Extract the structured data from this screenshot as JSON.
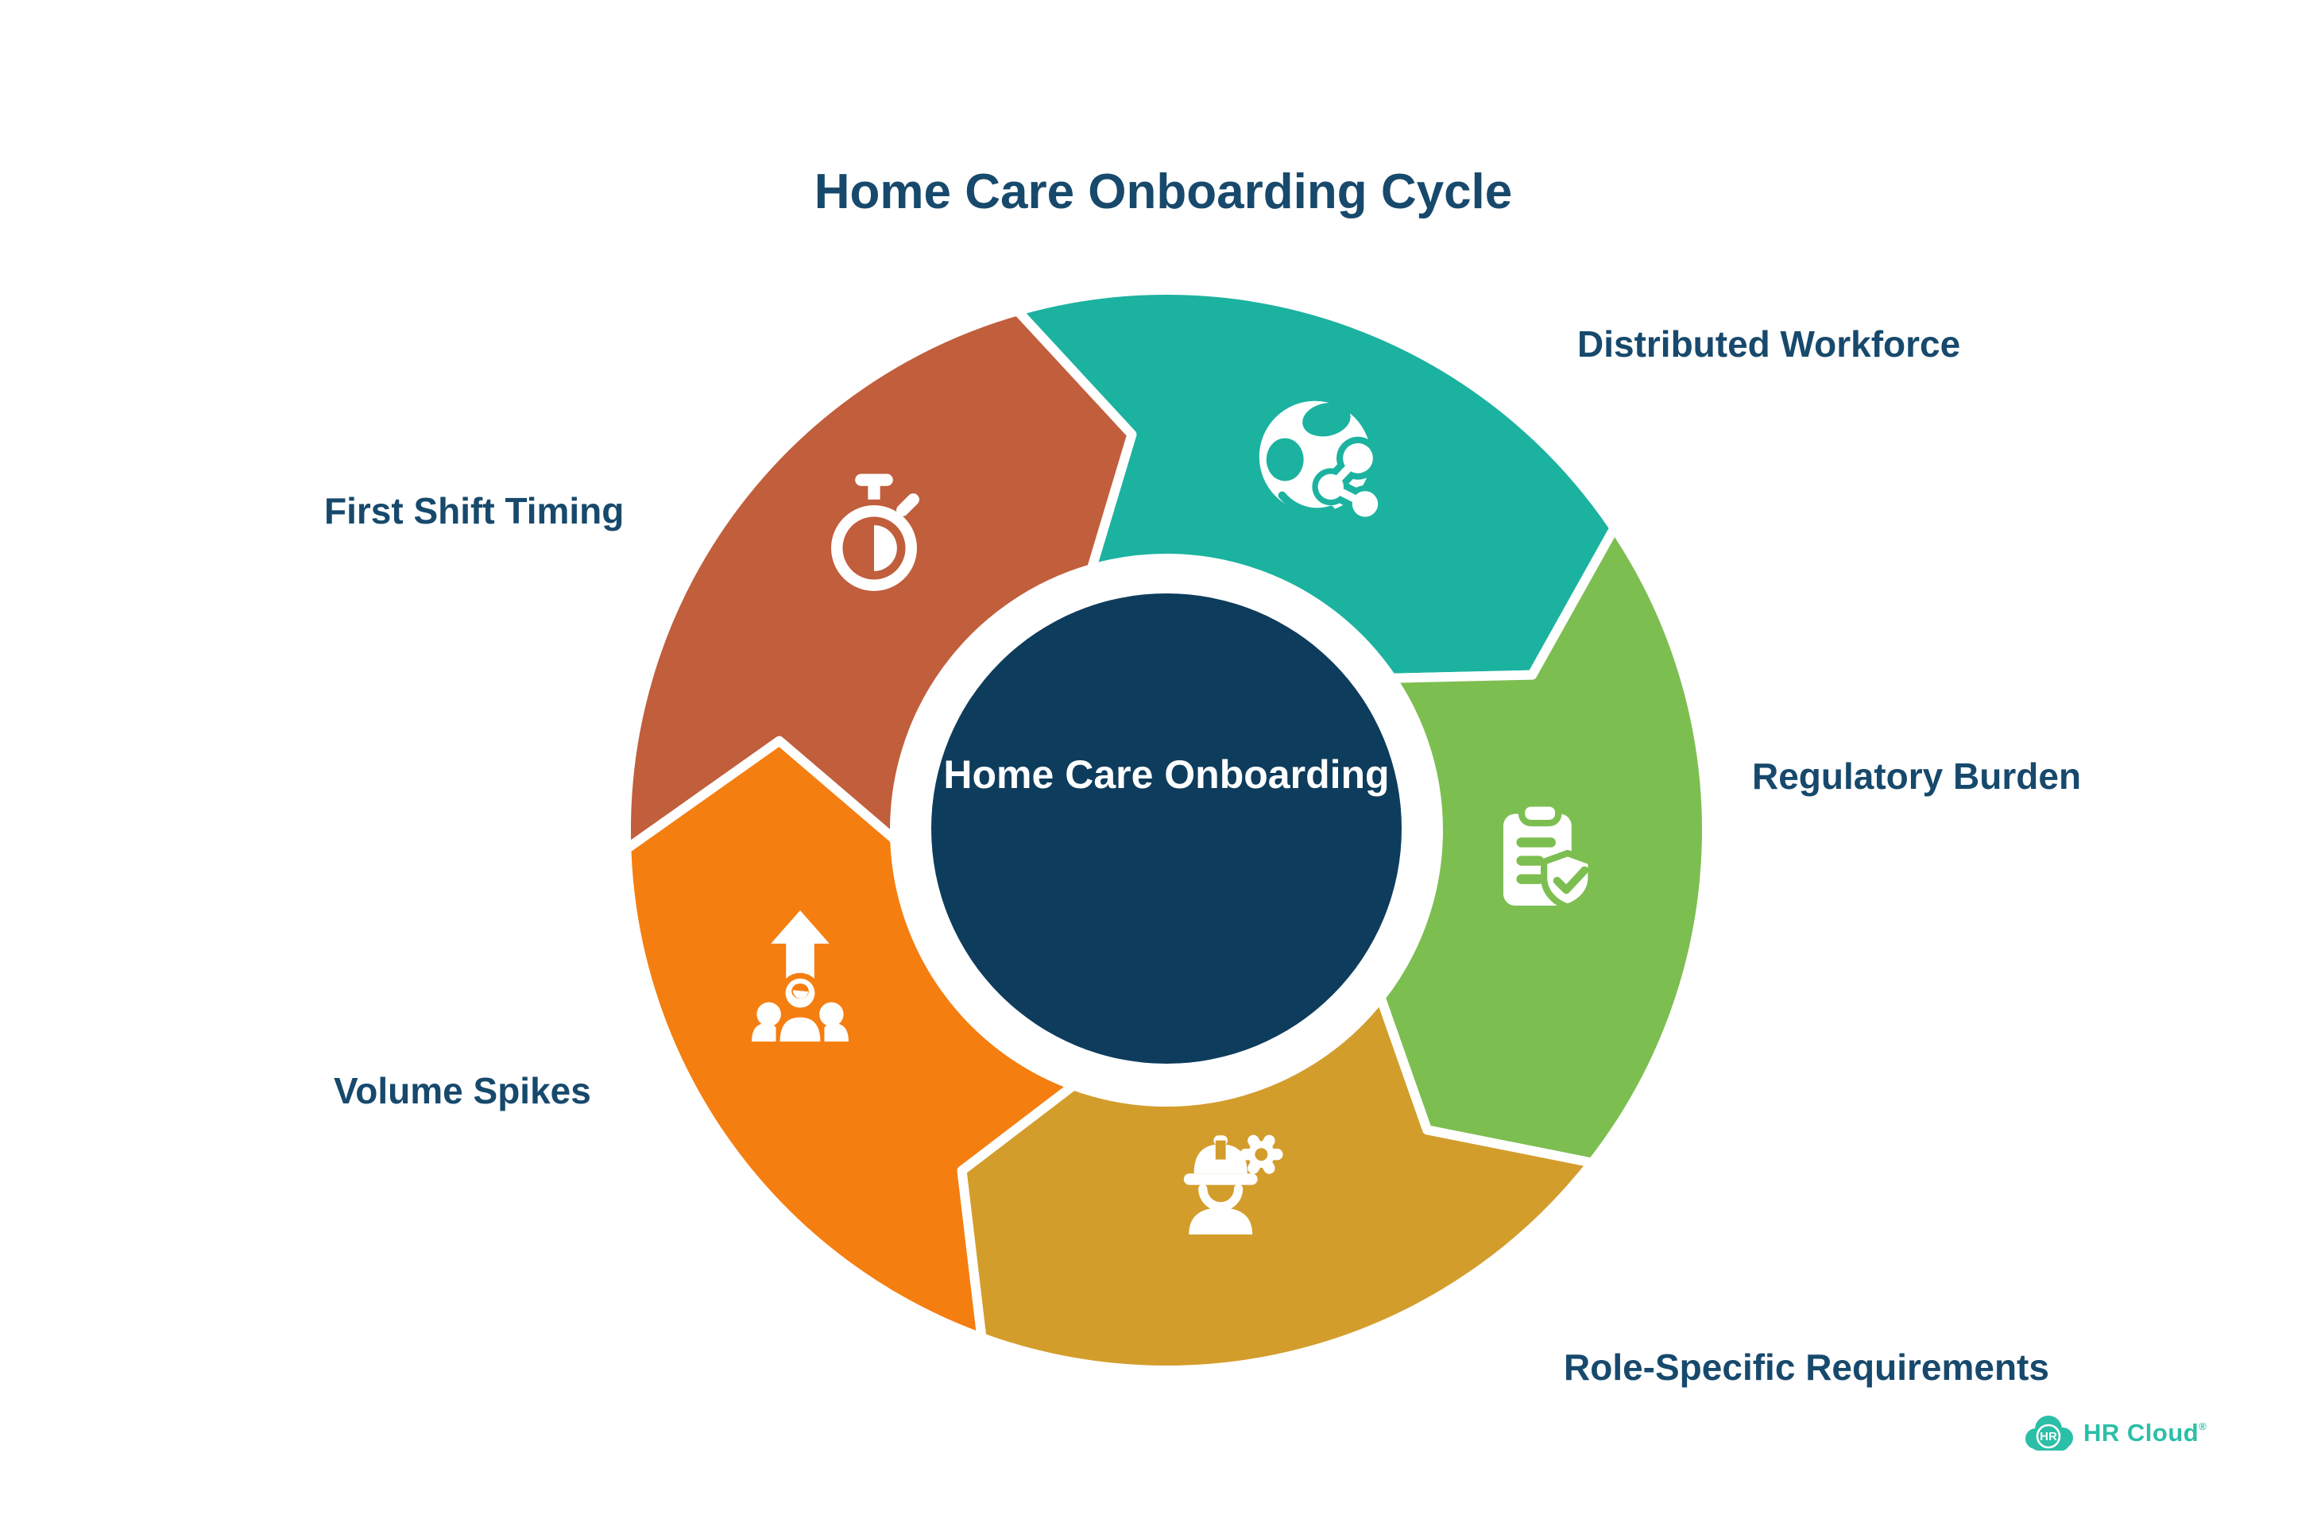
{
  "title": "Home Care Onboarding Cycle",
  "center_label": "Home Care Onboarding",
  "colors": {
    "navy_circle": "#0E3C5C",
    "label_text": "#17496C",
    "brand_teal": "#2BBFA7",
    "background": "#FFFFFF"
  },
  "segments": [
    {
      "id": "distributed-workforce",
      "label": "Distributed Workforce",
      "color": "#1CB2A0",
      "icon": "globe-network-icon"
    },
    {
      "id": "regulatory-burden",
      "label": "Regulatory Burden",
      "color": "#7DBE51",
      "icon": "clipboard-shield-check-icon"
    },
    {
      "id": "role-specific-requirements",
      "label": "Role-Specific Requirements",
      "color": "#D39D2C",
      "icon": "worker-gear-icon"
    },
    {
      "id": "volume-spikes",
      "label": "Volume Spikes",
      "color": "#F57E10",
      "icon": "people-growth-arrow-icon"
    },
    {
      "id": "first-shift-timing",
      "label": "First Shift Timing",
      "color": "#C15E3C",
      "icon": "stopwatch-icon"
    }
  ],
  "logo": {
    "badge": "HR",
    "brand": "HR Cloud",
    "registered": "®"
  }
}
